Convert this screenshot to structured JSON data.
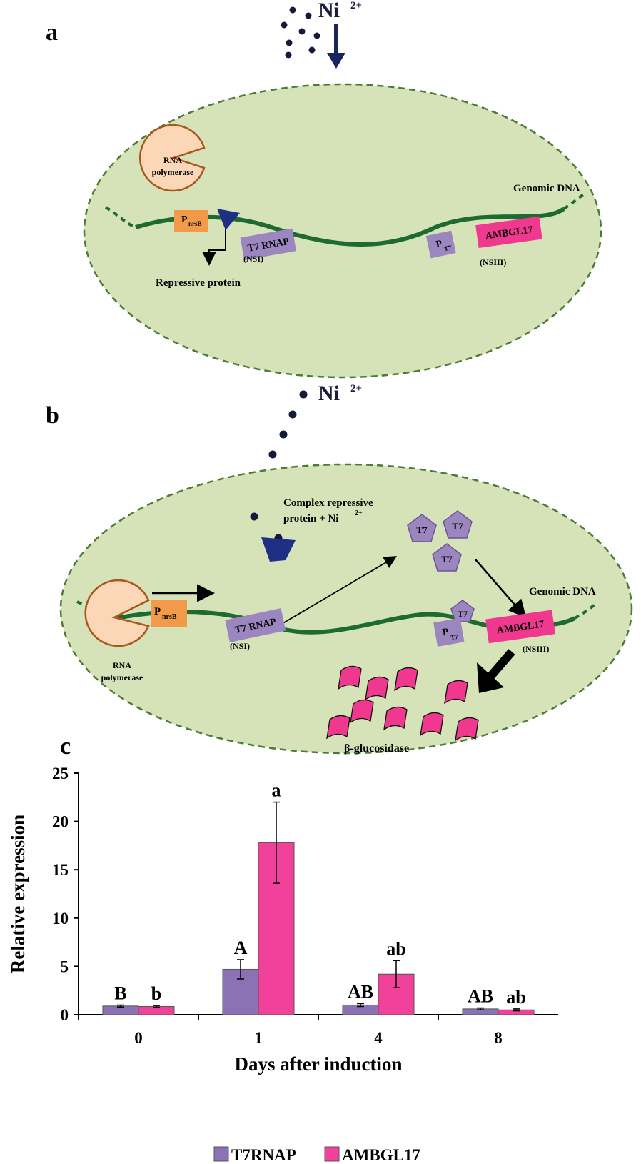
{
  "panels": {
    "a": {
      "letter": "a",
      "ion": "Ni",
      "ion_charge": "2+",
      "rna_polymerase_line1": "RNA",
      "rna_polymerase_line2": "polymerase",
      "promoter": "P",
      "promoter_sub": "nrsB",
      "t7_rnap": "T7 RNAP",
      "nsi": "(NSI)",
      "pt7": "P",
      "pt7_sub": "T7",
      "ambgl17": "AMBGL17",
      "nsiii": "(NSIII)",
      "genomic_dna": "Genomic DNA",
      "repressive_protein": "Repressive protein"
    },
    "b": {
      "letter": "b",
      "ion": "Ni",
      "ion_charge": "2+",
      "complex_line1": "Complex  repressive",
      "complex_line2": "protein + Ni",
      "complex_charge": "2+",
      "t7_label": "T7",
      "promoter": "P",
      "promoter_sub": "nrsB",
      "t7_rnap": "T7 RNAP",
      "nsi": "(NSI)",
      "pt7": "P",
      "pt7_sub": "T7",
      "ambgl17": "AMBGL17",
      "nsiii": "(NSIII)",
      "genomic_dna": "Genomic DNA",
      "rna_polymerase_line1": "RNA",
      "rna_polymerase_line2": "polymerase",
      "beta_glucosidase": "β-glucosidase"
    },
    "c": {
      "letter": "c"
    }
  },
  "colors": {
    "cell_fill": "#d6e3b8",
    "cell_border": "#4e7a38",
    "dna": "#1e6b32",
    "promoter": "#f29a4a",
    "t7_purple": "#9b86c0",
    "ambgl17_pink": "#f0388f",
    "repressor": "#1f2f86",
    "ion": "#141a3a",
    "rnap_fill": "#fbd7b8",
    "rnap_border": "#a8561c"
  },
  "chart_data": {
    "type": "bar",
    "categories": [
      "0",
      "1",
      "4",
      "8"
    ],
    "series": [
      {
        "name": "T7RNAP",
        "color": "#8a72b5",
        "values": [
          0.9,
          4.7,
          1.0,
          0.6
        ],
        "errors": [
          0.1,
          1.0,
          0.15,
          0.1
        ],
        "letters": [
          "B",
          "A",
          "AB",
          "AB"
        ]
      },
      {
        "name": "AMBGL17",
        "color": "#f2419a",
        "values": [
          0.85,
          17.8,
          4.2,
          0.5
        ],
        "errors": [
          0.1,
          4.2,
          1.4,
          0.1
        ],
        "letters": [
          "b",
          "a",
          "ab",
          "ab"
        ]
      }
    ],
    "xlabel": "Days after induction",
    "ylabel": "Relative expression",
    "ylim": [
      0,
      25
    ],
    "yticks": [
      0,
      5,
      10,
      15,
      20,
      25
    ],
    "legend_position": "bottom"
  }
}
